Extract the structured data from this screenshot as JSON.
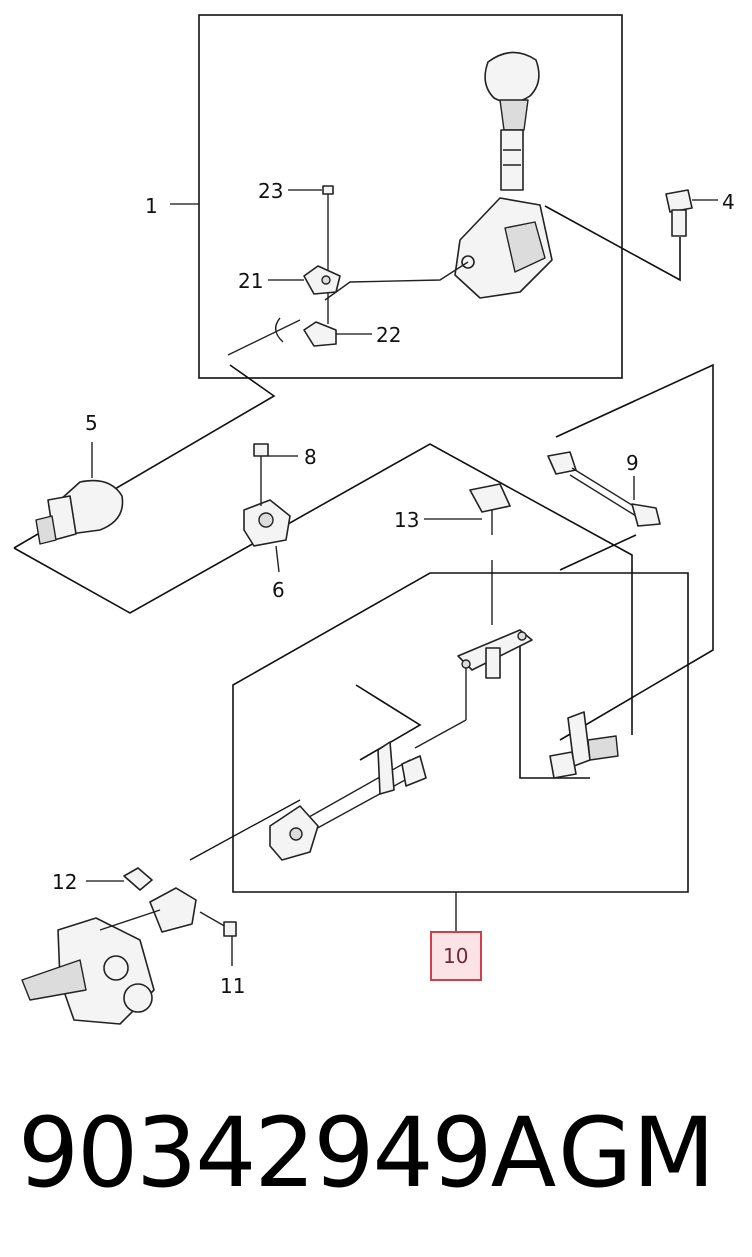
{
  "callouts": {
    "c1": "1",
    "c4": "4",
    "c5": "5",
    "c6": "6",
    "c8": "8",
    "c9": "9",
    "c10": "10",
    "c11": "11",
    "c12": "12",
    "c13": "13",
    "c21": "21",
    "c22": "22",
    "c23": "23"
  },
  "highlighted_callout": "10",
  "highlight_color": "#d0404a",
  "footer": {
    "part_number": "90342949A",
    "brand": "GM"
  }
}
